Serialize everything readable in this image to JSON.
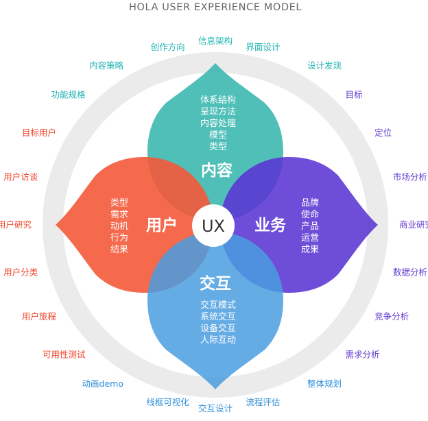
{
  "title": "HOLA  USER EXPERIENCE MODEL",
  "center": "UX",
  "petals": {
    "content": {
      "label": "内容",
      "color": "#3cb8b0",
      "items": [
        "体系结构",
        "呈现方法",
        "内容处理",
        "模型",
        "类型"
      ]
    },
    "user": {
      "label": "用户",
      "color": "#f4593a",
      "items": [
        "类型",
        "需求",
        "动机",
        "行为",
        "结果"
      ]
    },
    "business": {
      "label": "业务",
      "color": "#5a36d3",
      "items": [
        "品牌",
        "使命",
        "产品",
        "运营",
        "成果"
      ]
    },
    "interaction": {
      "label": "交互",
      "color": "#4a9ee0",
      "items": [
        "交互模式",
        "系统交互",
        "设备交互",
        "人际互动"
      ]
    }
  },
  "colors": {
    "ring": "#ebebeb",
    "center": "#ffffff",
    "center_text": "#333333",
    "title": "#666666"
  },
  "ring_labels": [
    {
      "text": "信息架构",
      "color": "#21b3b3"
    },
    {
      "text": "界面设计",
      "color": "#21b3b3"
    },
    {
      "text": "设计发现",
      "color": "#21b3b3"
    },
    {
      "text": "目标",
      "color": "#5f3ad0"
    },
    {
      "text": "定位",
      "color": "#5f3ad0"
    },
    {
      "text": "市场分析",
      "color": "#5f3ad0"
    },
    {
      "text": "商业研究",
      "color": "#5f3ad0"
    },
    {
      "text": "数据分析",
      "color": "#5f3ad0"
    },
    {
      "text": "竞争分析",
      "color": "#5f3ad0"
    },
    {
      "text": "需求分析",
      "color": "#5f3ad0"
    },
    {
      "text": "整体规划",
      "color": "#2f8ed8"
    },
    {
      "text": "流程评估",
      "color": "#2f8ed8"
    },
    {
      "text": "交互设计",
      "color": "#2f8ed8"
    },
    {
      "text": "线框可视化",
      "color": "#2f8ed8"
    },
    {
      "text": "动画demo",
      "color": "#2f8ed8"
    },
    {
      "text": "可用性测试",
      "color": "#f0442a"
    },
    {
      "text": "用户旅程",
      "color": "#f0442a"
    },
    {
      "text": "用户分类",
      "color": "#f0442a"
    },
    {
      "text": "用户研究",
      "color": "#f0442a"
    },
    {
      "text": "用户访谈",
      "color": "#f0442a"
    },
    {
      "text": "目标用户",
      "color": "#f0442a"
    },
    {
      "text": "功能规格",
      "color": "#21b3b3"
    },
    {
      "text": "内容策略",
      "color": "#21b3b3"
    },
    {
      "text": "创作方向",
      "color": "#21b3b3"
    }
  ]
}
